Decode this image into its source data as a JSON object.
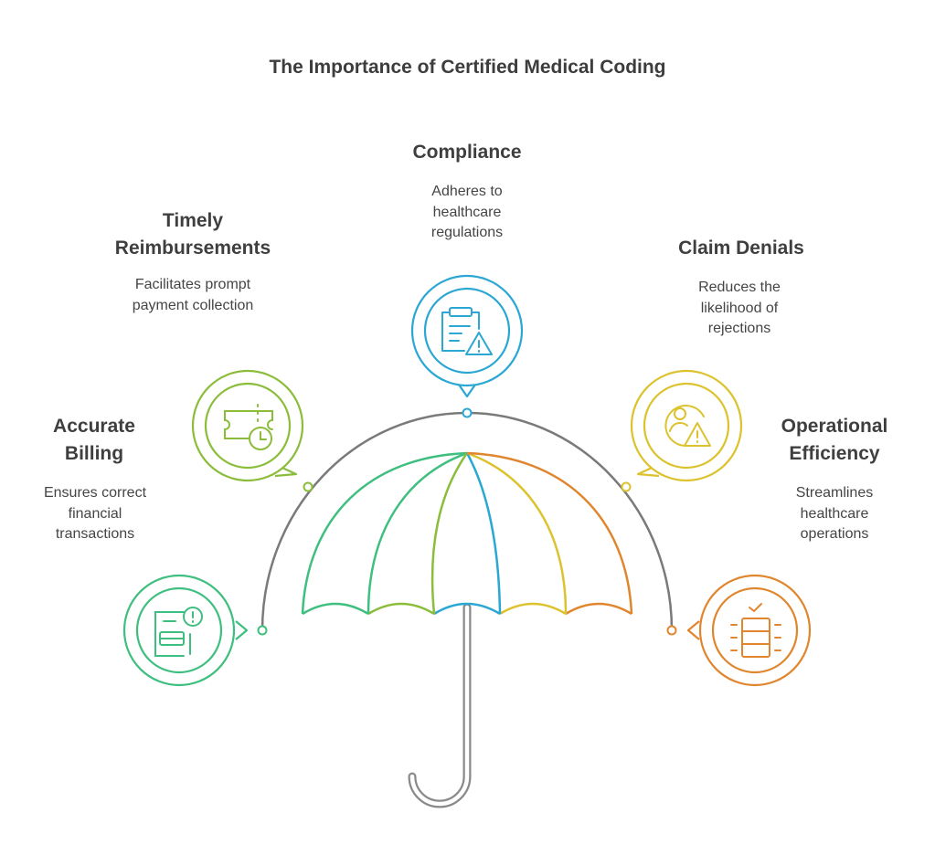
{
  "title": "The Importance of Certified Medical Coding",
  "colors": {
    "arc": "#7a7a7a",
    "handle": "#8a8a8a",
    "accurate_billing": "#3fbf7f",
    "timely_reimbursements": "#8bbd3b",
    "compliance": "#2aa7d2",
    "claim_denials": "#dcc22d",
    "operational_efficiency": "#e0862e"
  },
  "items": {
    "accurate_billing": {
      "title": [
        "Accurate",
        "Billing"
      ],
      "desc": [
        "Ensures correct",
        "financial",
        "transactions"
      ],
      "icon": "billing-alert-icon"
    },
    "timely_reimbursements": {
      "title": [
        "Timely",
        "Reimbursements"
      ],
      "desc": [
        "Facilitates prompt",
        "payment collection"
      ],
      "icon": "ticket-clock-icon"
    },
    "compliance": {
      "title": [
        "Compliance"
      ],
      "desc": [
        "Adheres to",
        "healthcare",
        "regulations"
      ],
      "icon": "clipboard-warning-icon"
    },
    "claim_denials": {
      "title": [
        "Claim Denials"
      ],
      "desc": [
        "Reduces the",
        "likelihood of",
        "rejections"
      ],
      "icon": "user-warning-icon"
    },
    "operational_efficiency": {
      "title": [
        "Operational",
        "Efficiency"
      ],
      "desc": [
        "Streamlines",
        "healthcare",
        "operations"
      ],
      "icon": "server-check-icon"
    }
  }
}
